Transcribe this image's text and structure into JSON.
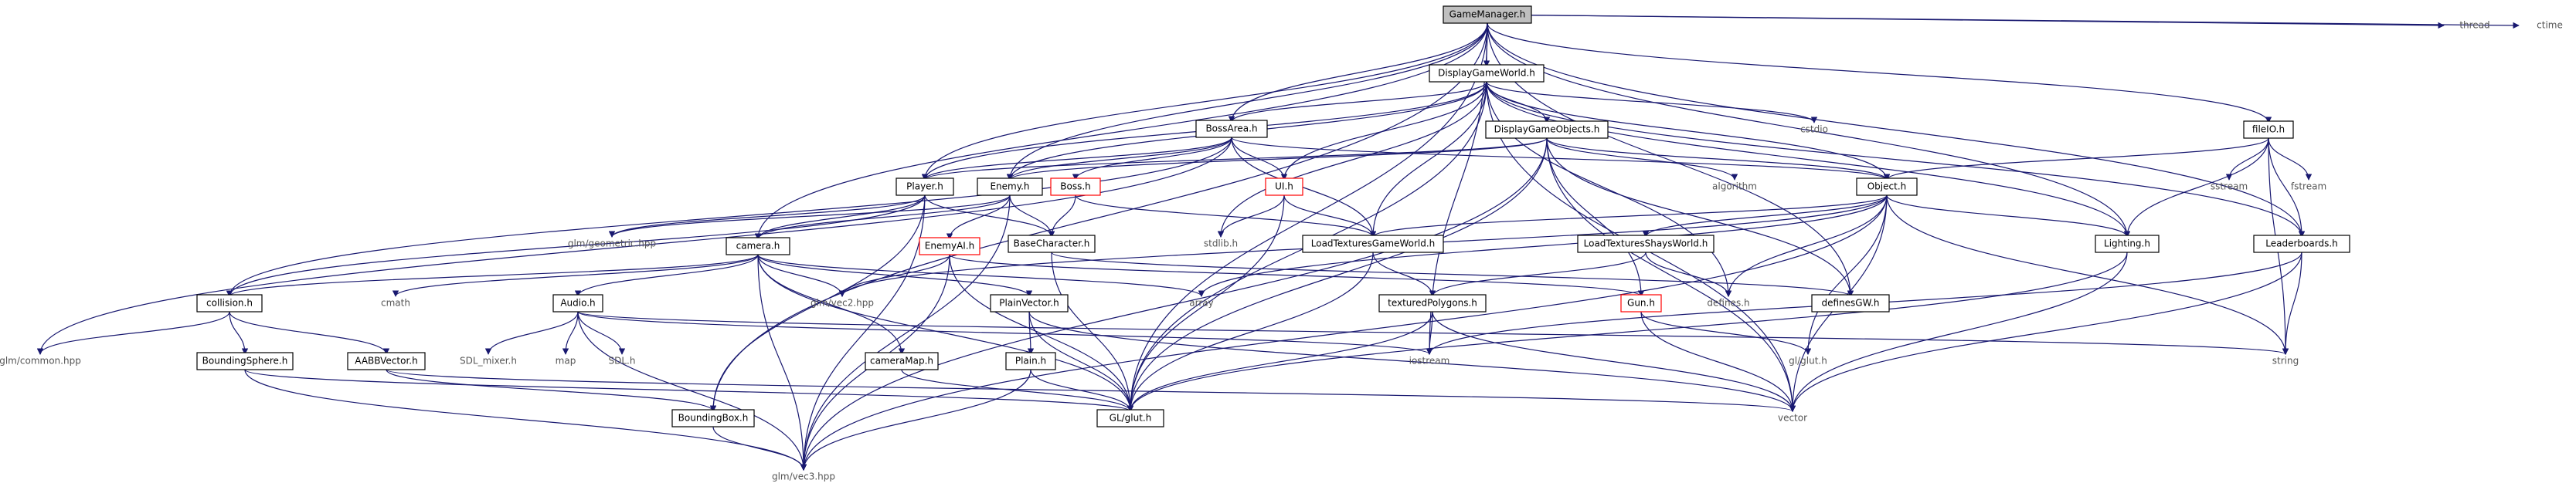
{
  "colors": {
    "edge": "#191970",
    "box_border": "#000000",
    "missing_border": "#ff0000",
    "root_fill": "#bfbfbf"
  },
  "nodes": {
    "gamemanager": "GameManager.h",
    "thread": "thread",
    "ctime": "ctime",
    "displaygameworld": "DisplayGameWorld.h",
    "fileio": "fileIO.h",
    "bossarea": "BossArea.h",
    "displaygameobjects": "DisplayGameObjects.h",
    "cstdio": "cstdio",
    "player": "Player.h",
    "enemy": "Enemy.h",
    "boss": "Boss.h",
    "ui": "UI.h",
    "algorithm": "algorithm",
    "object": "Object.h",
    "sstream": "sstream",
    "fstream": "fstream",
    "glm_geometric": "glm/geometric.hpp",
    "basecharacter": "BaseCharacter.h",
    "stdlib": "stdlib.h",
    "loadtexturesgameworld": "LoadTexturesGameWorld.h",
    "loadtexturesshaysworld": "LoadTexturesShaysWorld.h",
    "lighting": "Lighting.h",
    "leaderboards": "Leaderboards.h",
    "camera": "camera.h",
    "enemyai": "EnemyAI.h",
    "collision": "collision.h",
    "cmath": "cmath",
    "glm_vec2": "glm/vec2.hpp",
    "planevector": "PlainVector.h",
    "array": "array",
    "texturedpolygons": "texturedPolygons.h",
    "gun": "Gun.h",
    "defines": "defines.h",
    "definesgw": "definesGW.h",
    "audio": "Audio.h",
    "glm_common": "glm/common.hpp",
    "boundingsphere": "BoundingSphere.h",
    "aabbvector": "AABBVector.h",
    "sdl_mixer": "SDL_mixer.h",
    "map": "map",
    "sdl": "SDL.h",
    "cameramap": "cameraMap.h",
    "plain": "Plain.h",
    "iostream": "iostream",
    "gl_glut_lower": "gl/glut.h",
    "string": "string",
    "boundingbox": "BoundingBox.h",
    "gl_glut": "GL/glut.h",
    "vector": "vector",
    "glm_vec3": "glm/vec3.hpp"
  }
}
